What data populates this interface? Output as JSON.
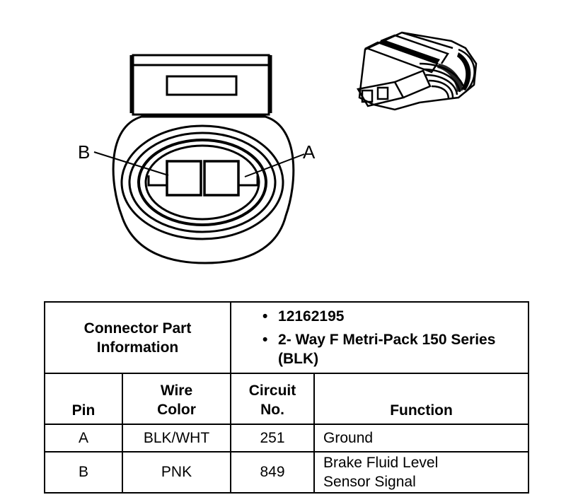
{
  "pins": {
    "label_a": "A",
    "label_b": "B"
  },
  "table": {
    "part_info_label": "Connector Part Information",
    "part_info": [
      "12162195",
      "2- Way F Metri-Pack 150 Series (BLK)"
    ],
    "headers": {
      "pin": "Pin",
      "wire_color": "Wire Color",
      "circuit": "Circuit No.",
      "function": "Function"
    },
    "rows": [
      {
        "pin": "A",
        "wire_color": "BLK/WHT",
        "circuit": "251",
        "function": "Ground"
      },
      {
        "pin": "B",
        "wire_color": "PNK",
        "circuit": "849",
        "function": "Brake Fluid Level Sensor Signal"
      }
    ]
  }
}
